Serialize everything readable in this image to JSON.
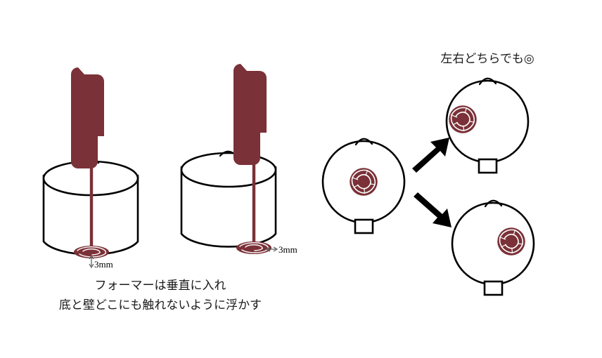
{
  "figure": {
    "title_alt": "フォーマーは垂直に入れ 底と壁どこにも触れないように浮かす",
    "background_color": "#ffffff",
    "line_color": "#000000",
    "frother_color": "#7a3137",
    "dim_color": "#555555"
  },
  "left_panel": {
    "caption_line_1": "フォーマーは垂直に入れ",
    "caption_line_2": "底と壁どこにも触れないように浮かす",
    "vessels": [
      {
        "name": "centered-placement",
        "dimension_label": "3mm",
        "dimension_kind": "vertical-gap-from-bottom",
        "shaft_alignment": "center"
      },
      {
        "name": "offset-placement",
        "dimension_label": "3mm",
        "dimension_kind": "horizontal-gap-from-wall",
        "shaft_alignment": "right-offset"
      }
    ]
  },
  "right_panel": {
    "heading": "左右どちらでも◎",
    "source_view": {
      "name": "top-view-center",
      "rotor_position": "center"
    },
    "target_views": [
      {
        "name": "top-view-left-offset",
        "rotor_position": "left"
      },
      {
        "name": "top-view-right-offset",
        "rotor_position": "right"
      }
    ],
    "arrows": [
      {
        "name": "arrow-to-left-offset",
        "direction": "up-right"
      },
      {
        "name": "arrow-to-right-offset",
        "direction": "down-right"
      }
    ]
  }
}
